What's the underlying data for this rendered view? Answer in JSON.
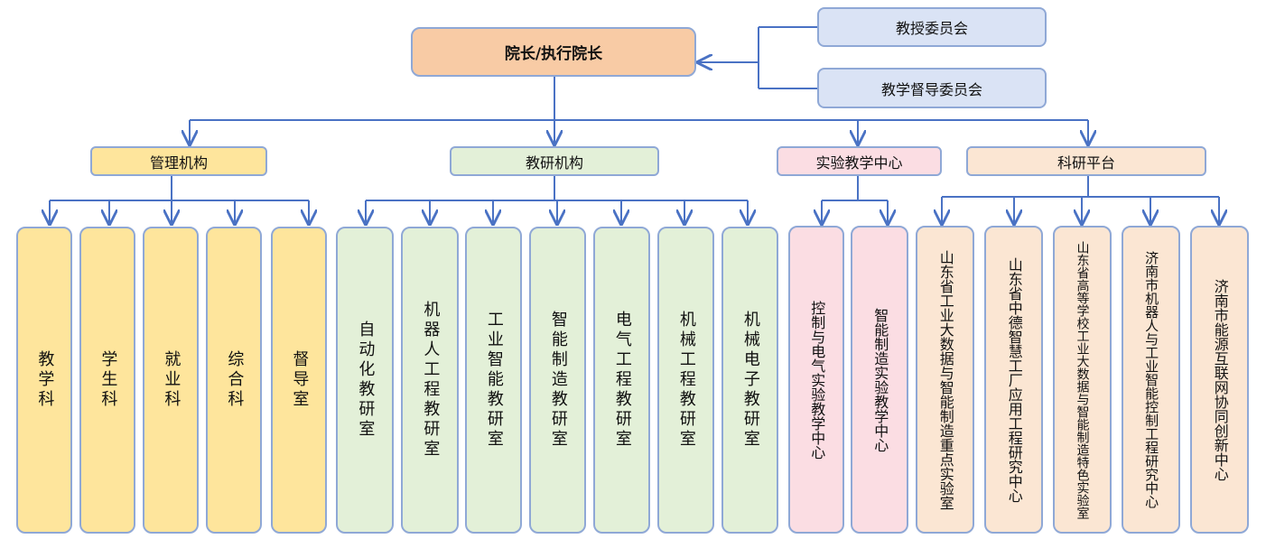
{
  "root": {
    "label": "院长/执行院长"
  },
  "committees": [
    {
      "label": "教授委员会"
    },
    {
      "label": "教学督导委员会"
    }
  ],
  "categories": [
    {
      "label": "管理机构",
      "children": [
        "教学科",
        "学生科",
        "就业科",
        "综合科",
        "督导室"
      ]
    },
    {
      "label": "教研机构",
      "children": [
        "自动化教研室",
        "机器人工程教研室",
        "工业智能教研室",
        "智能制造教研室",
        "电气工程教研室",
        "机械工程教研室",
        "机械电子教研室"
      ]
    },
    {
      "label": "实验教学中心",
      "children": [
        "控制与电气实验教学中心",
        "智能制造实验教学中心"
      ]
    },
    {
      "label": "科研平台",
      "children": [
        "山东省工业大数据与智能制造重点实验室",
        "山东省中德智慧工厂应用工程研究中心",
        "山东省高等学校工业大数据与智能制造特色实验室",
        "济南市机器人与工业智能控制工程研究中心",
        "济南市能源互联网协同创新中心"
      ]
    }
  ],
  "colors": {
    "line": "#4a72c4",
    "border": "#8fa8d6",
    "top": "#f8cba5",
    "committee": "#dae3f5",
    "mgmt": "#fee59c",
    "teach": "#e3f0d8",
    "lab": "#fbdde3",
    "research": "#fbe6d3"
  }
}
